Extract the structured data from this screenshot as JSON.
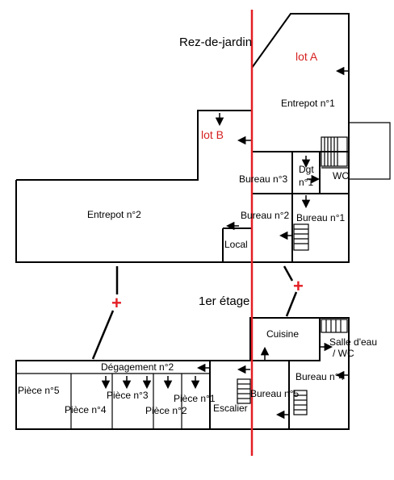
{
  "colors": {
    "wall": "#000000",
    "divider": "#e31e24",
    "lot_label": "#d62020",
    "background": "#ffffff"
  },
  "floors": {
    "ground": {
      "title": "Rez-de-jardin"
    },
    "upper": {
      "title": "1er étage"
    }
  },
  "lots": {
    "a": "lot A",
    "b": "lot B"
  },
  "rooms": {
    "entrepot_1": "Entrepot n°1",
    "entrepot_2": "Entrepot n°2",
    "bureau_1": "Bureau n°1",
    "bureau_2": "Bureau n°2",
    "bureau_3": "Bureau n°3",
    "dgt_1_line1": "Dgt",
    "dgt_1_line2": "n°1",
    "wc": "WC",
    "local": "Local",
    "cuisine": "Cuisine",
    "salle_eau_line1": "Salle d'eau",
    "salle_eau_line2": "/ WC",
    "bureau_4": "Bureau n°4",
    "bureau_5": "Bureau n°5",
    "escalier": "Escalier",
    "degagement_2": "Dégagement n°2",
    "piece_1": "Pièce n°1",
    "piece_2": "Pièce n°2",
    "piece_3": "Pièce n°3",
    "piece_4": "Pièce n°4",
    "piece_5": "Pièce n°5"
  },
  "markers": {
    "plus": "+"
  }
}
